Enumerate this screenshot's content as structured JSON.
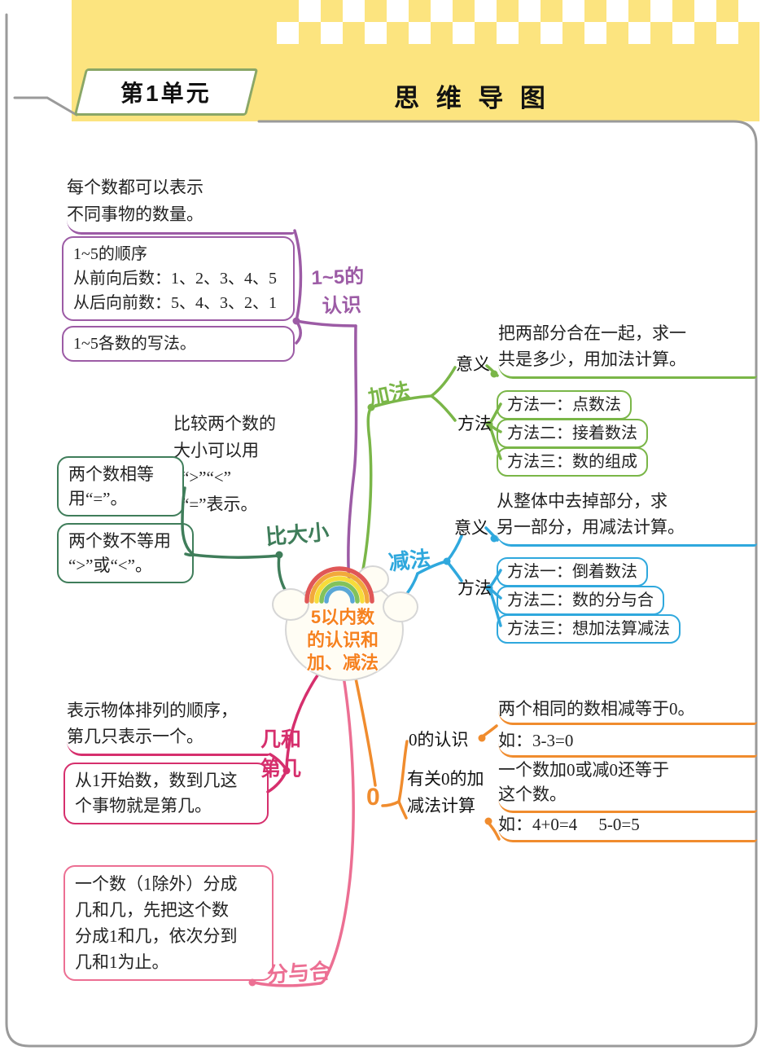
{
  "header": {
    "unit": "第1单元",
    "title": "思 维 导 图"
  },
  "center": {
    "lines": [
      "5以内数",
      "的认识和",
      "加、减法"
    ]
  },
  "colors": {
    "numbers_branch": "#9c5ba5",
    "addition_branch": "#7ab648",
    "compare_branch": "#3f7d5a",
    "subtraction_branch": "#2fa8dd",
    "ordinal_branch": "#d62f6d",
    "zero_branch": "#f08c2e",
    "split_branch": "#ec6f93",
    "center_text": "#f6821f",
    "header_yellow": "#fce47f"
  },
  "purple": {
    "label": [
      "1~5的",
      "认识"
    ],
    "note1": [
      "每个数都可以表示",
      "不同事物的数量。"
    ],
    "note2": [
      "1~5的顺序",
      "从前向后数：1、2、3、4、5",
      "从后向前数：5、4、3、2、1"
    ],
    "note3": [
      "1~5各数的写法。"
    ]
  },
  "addition": {
    "label": "加法",
    "meaning_label": "意义",
    "meaning": [
      "把两部分合在一起，求一",
      "共是多少，用加法计算。"
    ],
    "method_label": "方法",
    "methods": [
      "方法一：点数法",
      "方法二：接着数法",
      "方法三：数的组成"
    ]
  },
  "compare": {
    "label": "比大小",
    "note_top": [
      "比较两个数的",
      "大小可以用",
      "“>”“<”",
      "“=”表示。"
    ],
    "note1": [
      "两个数相等",
      "用“=”。"
    ],
    "note2": [
      "两个数不等用",
      "“>”或“<”。"
    ]
  },
  "subtraction": {
    "label": "减法",
    "meaning_label": "意义",
    "meaning": [
      "从整体中去掉部分，求",
      "另一部分，用减法计算。"
    ],
    "method_label": "方法",
    "methods": [
      "方法一：倒着数法",
      "方法二：数的分与合",
      "方法三：想加法算减法"
    ]
  },
  "ordinal": {
    "label": [
      "几和",
      "第几"
    ],
    "note1": [
      "表示物体排列的顺序，",
      "第几只表示一个。"
    ],
    "note2": [
      "从1开始数，数到几这",
      "个事物就是第几。"
    ]
  },
  "zero": {
    "label": "0",
    "sub1_label": "0的认识",
    "sub1_text": [
      "两个相同的数相减等于0。",
      "如：3-3=0"
    ],
    "sub2_label": [
      "有关0的加",
      "减法计算"
    ],
    "sub2_text": [
      "一个数加0或减0还等于",
      "这个数。"
    ],
    "eq": "如：4+0=4　 5-0=5"
  },
  "split": {
    "label": "分与合",
    "note": [
      "一个数（1除外）分成",
      "几和几，先把这个数",
      "分成1和几，依次分到",
      "几和1为止。"
    ]
  }
}
